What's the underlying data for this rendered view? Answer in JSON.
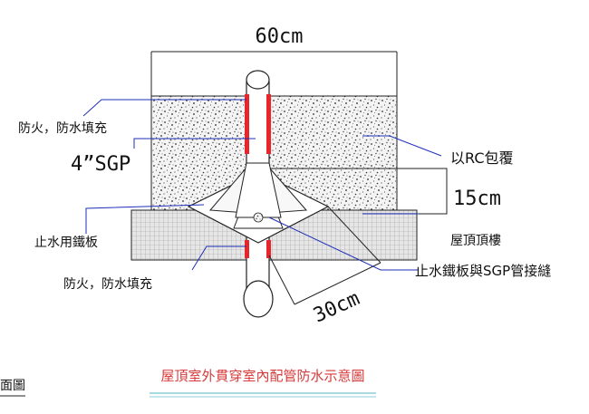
{
  "labels": {
    "width_dim": "60cm",
    "fire_fill_top": "防火，防水填充",
    "pipe_size": "4”SGP",
    "rc_cover": "以RC包覆",
    "depth_dim": "15cm",
    "water_stop_plate": "止水用鐵板",
    "roof_slab": "屋頂頂樓",
    "fire_fill_bottom": "防火，防水填充",
    "joint_label": "止水鐵板與SGP管接縫",
    "plate_dim": "30cm",
    "section_label": "面圖",
    "title": "屋頂室外貫穿室內配管防水示意圖"
  },
  "colors": {
    "sealant": "#e8252a",
    "leader": "#1f2fb8",
    "title": "#d63a3a",
    "underline": "#8ccfd6"
  }
}
